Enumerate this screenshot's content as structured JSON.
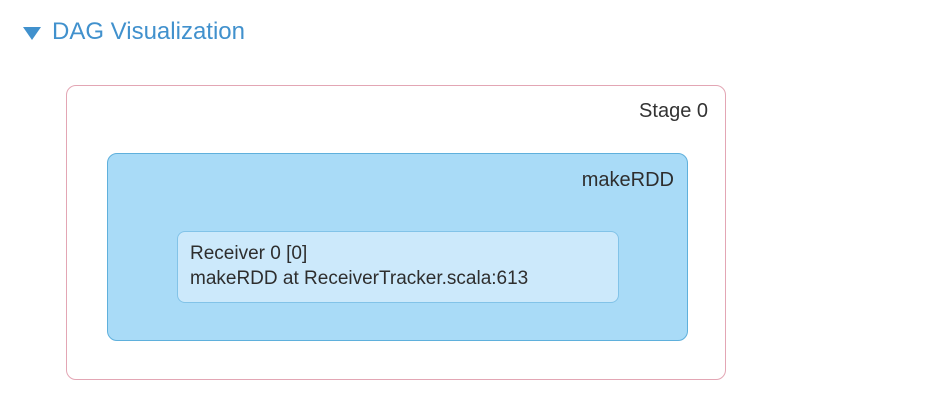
{
  "header": {
    "title": "DAG Visualization"
  },
  "colors": {
    "header_blue": "#4191cd",
    "stage_border_pink": "#e3a6b4",
    "scope_fill_blue": "#a9dbf7",
    "scope_border_blue": "#5fb0dc",
    "node_fill_blue": "#cce9fb",
    "node_border_blue": "#82c3e8",
    "text_dark": "#333333"
  },
  "dag": {
    "stage": {
      "label": "Stage 0"
    },
    "scope": {
      "label": "makeRDD"
    },
    "node": {
      "title": "Receiver 0 [0]",
      "callsite": "makeRDD at ReceiverTracker.scala:613"
    }
  }
}
